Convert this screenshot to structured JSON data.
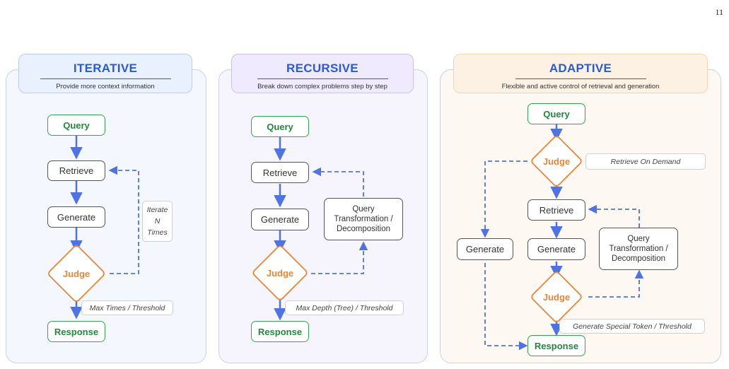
{
  "page_number": "11",
  "colors": {
    "iterative_header_bg": "#e9f0fe",
    "recursive_header_bg": "#efeafd",
    "adaptive_header_bg": "#fdf1e3",
    "header_title": "#2a5bd7",
    "arrow": "#4f73e3",
    "judge": "#e8863a",
    "query_green": "#32a852"
  },
  "panels": {
    "iterative": {
      "title": "ITERATIVE",
      "subtitle": "Provide more context information",
      "query": "Query",
      "retrieve": "Retrieve",
      "generate": "Generate",
      "judge": "Judge",
      "response": "Response",
      "loop_note": "Iterate N Times",
      "stop_note": "Max Times / Threshold"
    },
    "recursive": {
      "title": "RECURSIVE",
      "subtitle": "Break down complex problems step by step",
      "query": "Query",
      "retrieve": "Retrieve",
      "generate": "Generate",
      "judge": "Judge",
      "response": "Response",
      "transform": "Query Transformation / Decomposition",
      "stop_note": "Max Depth (Tree) / Threshold"
    },
    "adaptive": {
      "title": "ADAPTIVE",
      "subtitle": "Flexible and  active control of retrieval and generation",
      "query": "Query",
      "judge_top": "Judge",
      "retrieve_note": "Retrieve On  Demand",
      "retrieve": "Retrieve",
      "generate_left": "Generate",
      "generate": "Generate",
      "transform": "Query Transformation / Decomposition",
      "judge_bottom": "Judge",
      "stop_note": "Generate Special Token / Threshold",
      "response": "Response"
    }
  }
}
